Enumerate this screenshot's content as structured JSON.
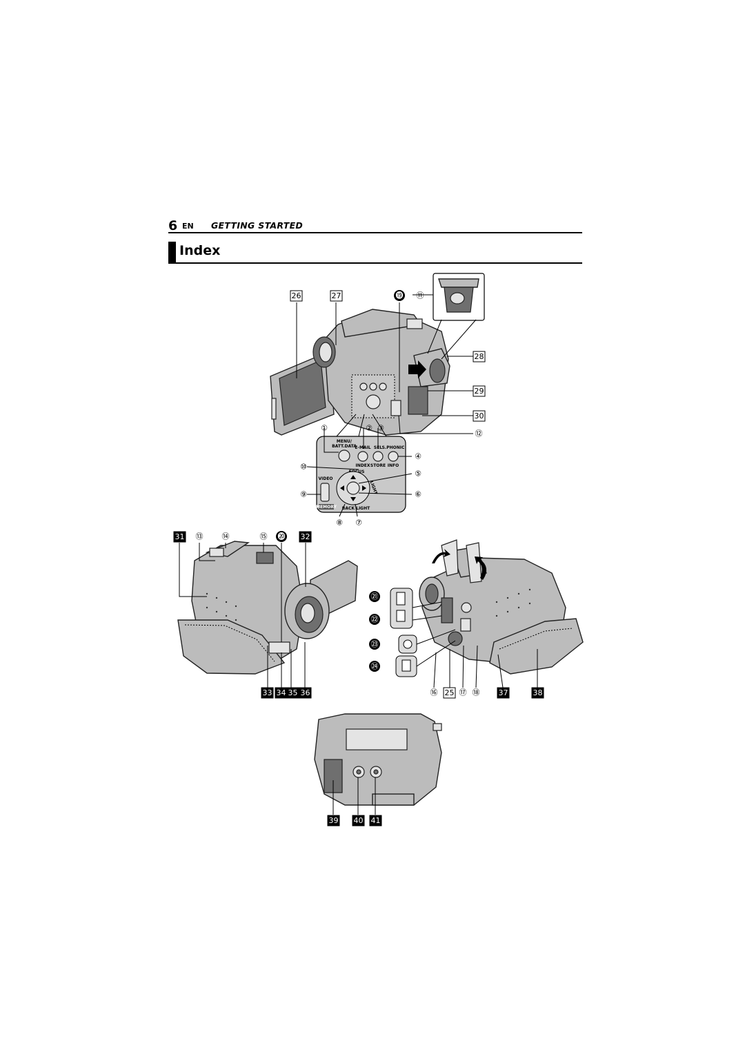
{
  "header": {
    "page_number": "6",
    "language": "EN",
    "section": "GETTING STARTED"
  },
  "title": "Index",
  "button_panel": {
    "menu": "MENU/",
    "batt_data": "BATT.DATA",
    "email": "E-MAIL",
    "sel": "SEL",
    "sphonic": "S.PHONIC",
    "index": "INDEX",
    "store": "STORE",
    "info": "INFO",
    "focus": "FOCUS",
    "light": "LIGHT",
    "backlight": "BACK LIGHT",
    "video": "VIDEO",
    "memory": "MEMORY"
  },
  "callouts": {
    "c1": "①",
    "c2": "②",
    "c3": "③",
    "c4": "④",
    "c5": "⑤",
    "c6": "⑥",
    "c7": "⑦",
    "c8": "⑧",
    "c9": "⑨",
    "c10": "⑩",
    "c11": "⑪",
    "c12": "⑫",
    "c13": "⑬",
    "c14": "⑭",
    "c15": "⑮",
    "c16": "⑯",
    "c17": "⑰",
    "c18": "⑱",
    "c19": "⓳",
    "c20": "⓴",
    "c21": "㉑",
    "c22": "㉒",
    "c23": "㉓",
    "c24": "㉔",
    "c25": "25",
    "c26": "26",
    "c27": "27",
    "c28": "28",
    "c29": "29",
    "c30": "30",
    "c31": "31",
    "c32": "32",
    "c33": "33",
    "c34": "34",
    "c35": "35",
    "c36": "36",
    "c37": "37",
    "c38": "38",
    "c39": "39",
    "c40": "40",
    "c41": "41"
  }
}
